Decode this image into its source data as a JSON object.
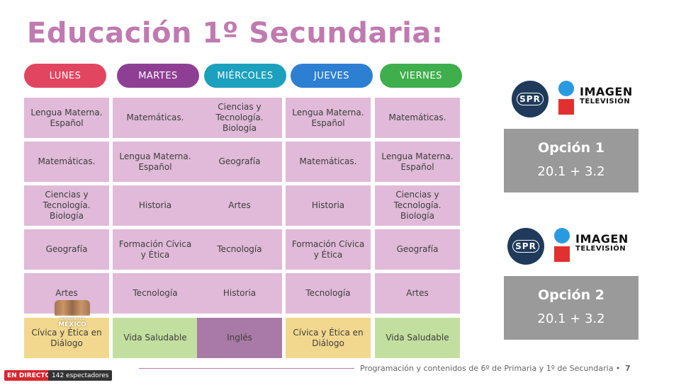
{
  "slide": {
    "title": "Educación 1º Secundaria:",
    "days": [
      {
        "label": "LUNES",
        "color": "#e2455f"
      },
      {
        "label": "MARTES",
        "color": "#8e3f93"
      },
      {
        "label": "MIÉRCOLES",
        "color": "#1ba0bd"
      },
      {
        "label": "JUEVES",
        "color": "#2d7fd2"
      },
      {
        "label": "VIERNES",
        "color": "#3fae4c"
      }
    ],
    "schedule": [
      [
        "Lengua Materna. Español",
        "Matemáticas.",
        "Ciencias y Tecnología. Biología",
        "Lengua Materna. Español",
        "Matemáticas."
      ],
      [
        "Matemáticas.",
        "Lengua Materna. Español",
        "Geografía",
        "Matemáticas.",
        "Lengua Materna. Español"
      ],
      [
        "Ciencias y Tecnología. Biología",
        "Historia",
        "Artes",
        "Historia",
        "Ciencias y Tecnología. Biología"
      ],
      [
        "Geografía",
        "Formación Cívica y Ética",
        "Tecnología",
        "Formación Cívica y Ética",
        "Geografía"
      ],
      [
        "Artes",
        "Tecnología",
        "Historia",
        "Tecnología",
        "Artes"
      ],
      [
        "Cívica y Ética en Diálogo",
        "Vida Saludable",
        "Inglés",
        "Cívica y Ética en Diálogo",
        "Vida Saludable"
      ]
    ],
    "last_row_colors": [
      "#f2d88e",
      "#c3dfa0",
      "#a97aa8",
      "#f2d88e",
      "#c3dfa0"
    ],
    "cell_color": "#e0bad8",
    "broadcasters": {
      "spr_logo": "SPR",
      "imagen_line1": "IMAGEN",
      "imagen_line2": "TELEVISIÓN"
    },
    "options": [
      {
        "title": "Opción 1",
        "channels": "20.1  +  3.2"
      },
      {
        "title": "Opción 2",
        "channels": "20.1  +  3.2"
      }
    ],
    "emblem": {
      "line1": "GOBIERNO DE",
      "line2": "MÉXICO"
    },
    "footer": {
      "text": "Programación y contenidos de 6º de Primaria y 1º de Secundaria  •",
      "page": "7"
    }
  },
  "stream": {
    "live_label": "EN DIRECTO",
    "viewers": "142 espectadores"
  }
}
